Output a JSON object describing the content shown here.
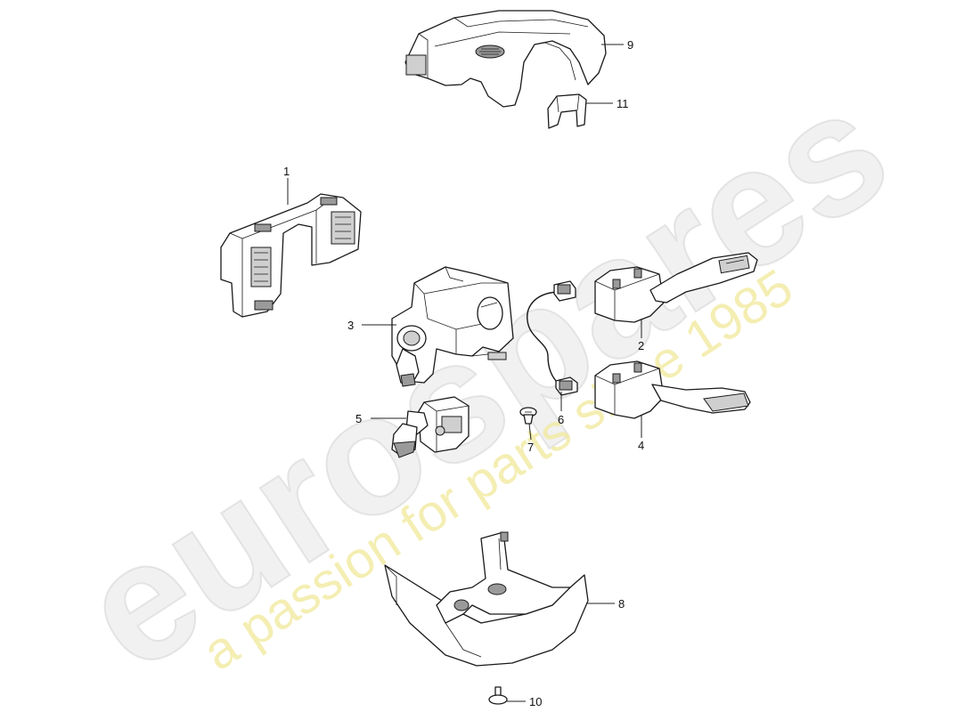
{
  "watermark": {
    "brand": "eurospares",
    "tagline": "a passion for parts since 1985",
    "tagline_color": "#f0e89a"
  },
  "parts": [
    {
      "number": "1"
    },
    {
      "number": "2"
    },
    {
      "number": "3"
    },
    {
      "number": "4"
    },
    {
      "number": "5"
    },
    {
      "number": "6"
    },
    {
      "number": "7"
    },
    {
      "number": "8"
    },
    {
      "number": "9"
    },
    {
      "number": "10"
    },
    {
      "number": "11"
    }
  ]
}
